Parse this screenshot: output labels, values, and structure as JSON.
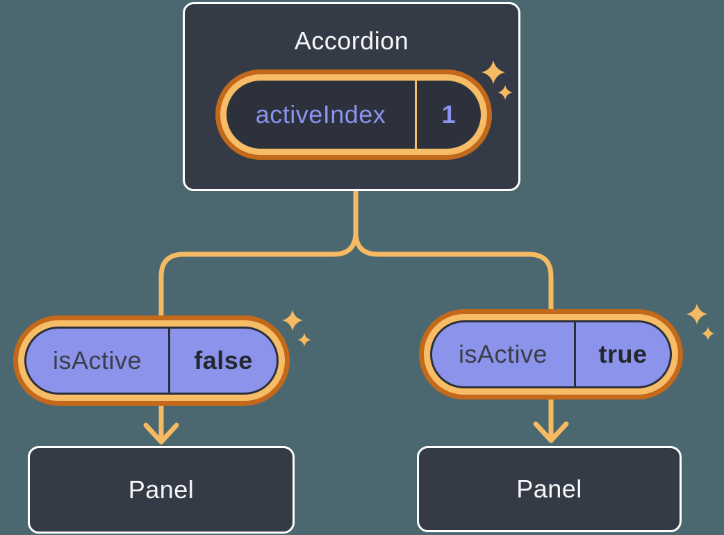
{
  "diagram": {
    "parent": {
      "title": "Accordion",
      "state": {
        "name": "activeIndex",
        "value": "1"
      }
    },
    "children": [
      {
        "prop": {
          "name": "isActive",
          "value": "false"
        },
        "panel_label": "Panel"
      },
      {
        "prop": {
          "name": "isActive",
          "value": "true"
        },
        "panel_label": "Panel"
      }
    ],
    "colors": {
      "background": "#4B6770",
      "box_fill": "#353B46",
      "box_border": "#FFFFFF",
      "state_pill_interior": "#2C313B",
      "prop_pill_fill": "#8B93EA",
      "ring_outer_orange": "#C2691B",
      "ring_inner_orange": "#F7BC66",
      "connector_orange": "#F6BA62",
      "state_text_purple": "#8A93EE",
      "prop_text_dark": "#3A3E49",
      "value_text_dark": "#23272F",
      "light_text": "#F6F7F9"
    }
  }
}
